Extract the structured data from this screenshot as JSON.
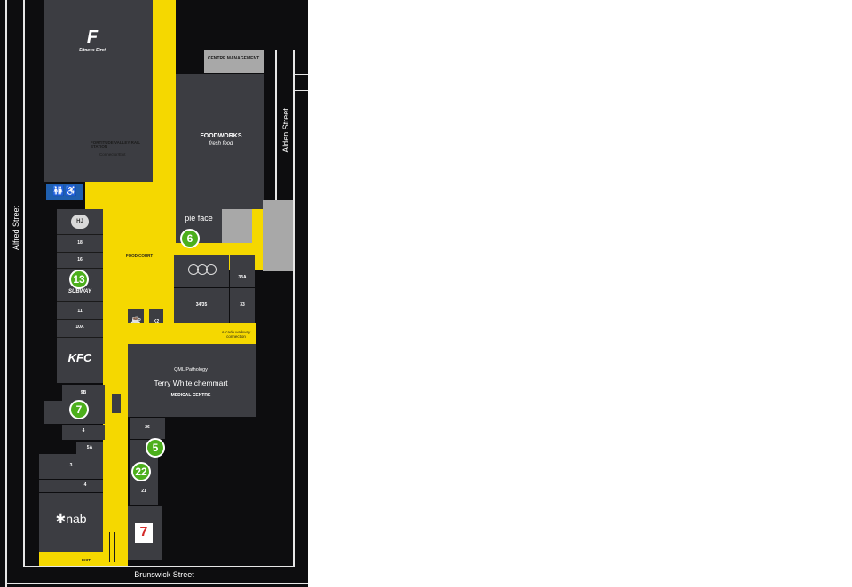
{
  "streets": {
    "alfred": "Alfred Street",
    "alden": "Alden Street",
    "brunswick": "Brunswick Street"
  },
  "brands": {
    "fitness_first_logo": "F",
    "fitness_first_text": "Fitness First",
    "foodworks": "FOODWORKS",
    "foodworks_sub": "fresh food",
    "pie_face": "pie face",
    "kfc": "KFC",
    "nab": "nab",
    "terry_white": "Terry White chemmart",
    "pathology": "QML Pathology",
    "medical_centre": "MEDICAL CENTRE",
    "subway": "SUBWAY",
    "hungry_jacks": "HJ",
    "seven_eleven": "7"
  },
  "labels": {
    "centre_management": "CENTRE MANAGEMENT",
    "station_note": "FORTITUDE VALLEY RAIL STATION",
    "station_sub": "Connector/Exit",
    "food_court": "FOOD COURT",
    "k2": "K2",
    "exit_bottom": "EXIT",
    "arcade_note": "Arcade walkway connection"
  },
  "units": {
    "u18": "18",
    "u16": "16",
    "u11": "11",
    "u10a": "10A",
    "u9": "9B",
    "u4a": "4",
    "u5a": "5A",
    "u3": "3",
    "u4b": "4",
    "u33a": "33A",
    "u34": "34/35",
    "u33": "33",
    "u26": "26",
    "u21": "21"
  },
  "markers": [
    "6",
    "13",
    "7",
    "5",
    "22"
  ],
  "colors": {
    "walkway": "#f5d800",
    "tenancy": "#3c3d42",
    "background": "#0d0d0f",
    "marker": "#4caf1c"
  }
}
